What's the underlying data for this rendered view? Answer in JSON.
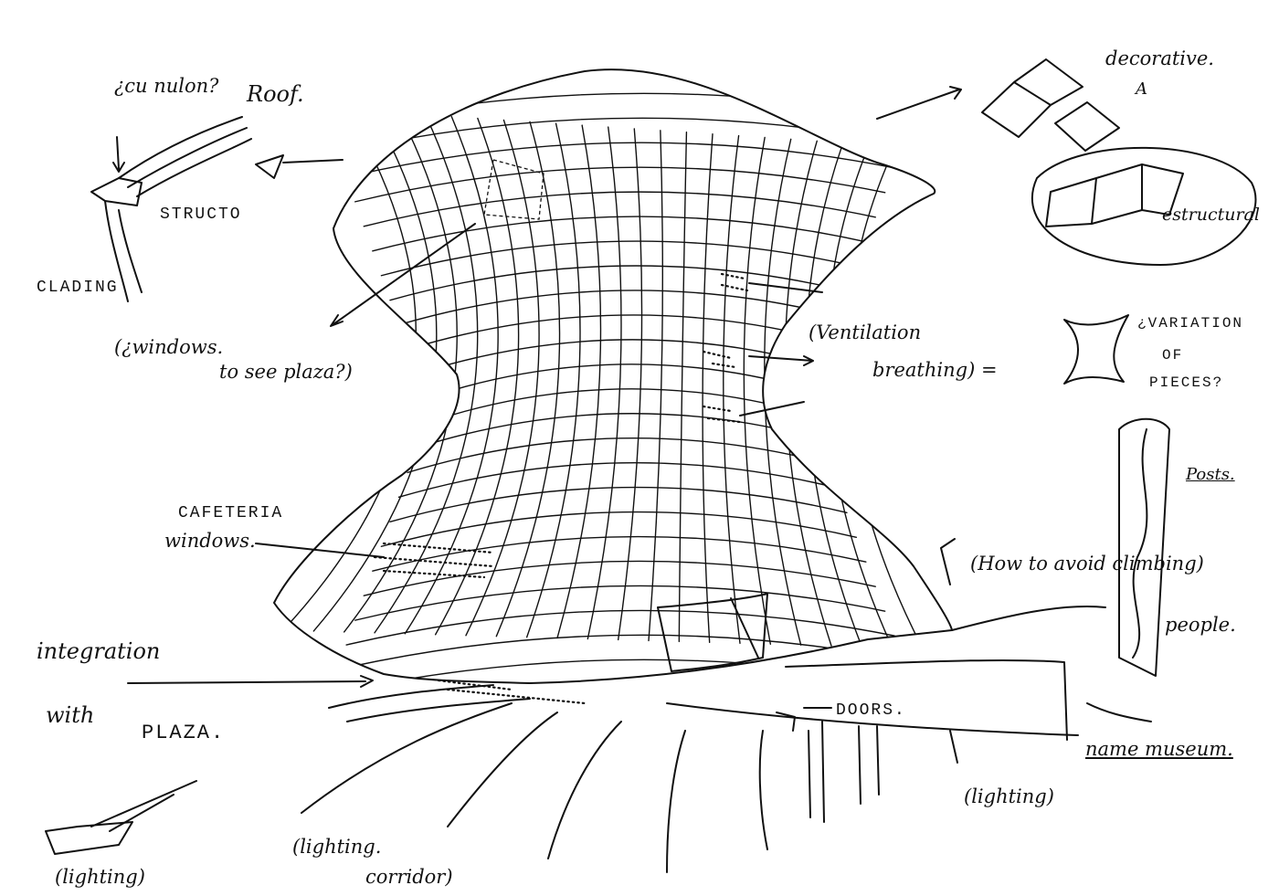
{
  "labels": {
    "escuador": "¿cu nulon?",
    "roof": "Roof.",
    "structo": "STRUCTO",
    "cladding": "CLADING",
    "windows_line1": "(¿windows.",
    "windows_line2": "to see plaza?)",
    "decorative": "decorative.",
    "decorative_a": "A",
    "estructural": "estructural",
    "ventilation_line1": "(Ventilation",
    "ventilation_line2": "breathing) =",
    "variation_line1": "¿VARIATION",
    "variation_line2": "OF",
    "variation_line3": "PIECES?",
    "posts": "Posts.",
    "cafeteria_line1": "CAFETERIA",
    "cafeteria_line2": "windows.",
    "climbing_line1": "(How to avoid climbing)",
    "climbing_line2": "people.",
    "integration_line1": "integration",
    "integration_line2": "with",
    "integration_line3": "PLAZA.",
    "doors": "DOORS.",
    "name_museum": "name museum.",
    "lighting_right": "(lighting)",
    "lighting_bottom_line1": "(lighting.",
    "lighting_bottom_line2": "corridor)",
    "lighting_left": "(lighting)"
  }
}
